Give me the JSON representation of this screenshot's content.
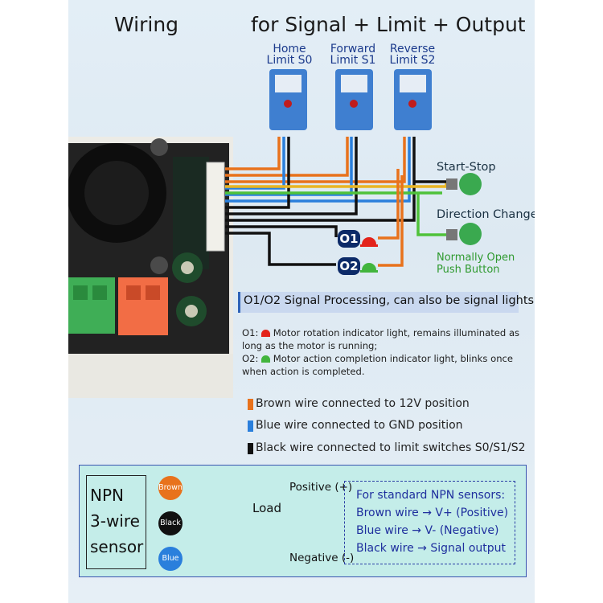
{
  "header": {
    "left": "Wiring",
    "right": "for Signal + Limit + Output"
  },
  "sensors": [
    {
      "line1": "Home",
      "line2": "Limit S0"
    },
    {
      "line1": "Forward",
      "line2": "Limit S1"
    },
    {
      "line1": "Reverse",
      "line2": "Limit S2"
    }
  ],
  "buttons": {
    "start_stop": "Start-Stop",
    "direction_change": "Direction Change",
    "caption_line1": "Normally Open",
    "caption_line2": "Push Button"
  },
  "outputs": {
    "o1": "O1",
    "o2": "O2"
  },
  "section": {
    "title": "O1/O2 Signal Processing, can also be signal lights"
  },
  "notes": [
    {
      "key": "O1:",
      "line1": "Motor rotation indicator light, remains illuminated as",
      "line2": "long as the motor is running;"
    },
    {
      "key": "O2:",
      "line1": "Motor action completion indicator light, blinks once",
      "line2": "when action is completed."
    }
  ],
  "legend": [
    {
      "color": "#e8721c",
      "text": "Brown wire connected to 12V position"
    },
    {
      "color": "#2a7fdc",
      "text": "Blue wire connected to GND position"
    },
    {
      "color": "#111111",
      "text": "Black wire connected to limit switches S0/S1/S2"
    }
  ],
  "npn": {
    "sensor_line1": "NPN",
    "sensor_line2": "3-wire",
    "sensor_line3": "sensor",
    "brown": "Brown",
    "black": "Black",
    "blue": "Blue",
    "positive": "Positive (+)",
    "negative": "Negative (-)",
    "load": "Load",
    "info": [
      "For standard NPN sensors:",
      "Brown wire → V+ (Positive)",
      "Blue wire → V- (Negative)",
      "Black wire → Signal output"
    ]
  },
  "colors": {
    "brown_wire": "#e8721c",
    "blue_wire": "#2a7fdc",
    "black_wire": "#111111",
    "yellow_wire": "#e9b522",
    "green_wire": "#4fc23a",
    "accent": "#0c2a68"
  }
}
